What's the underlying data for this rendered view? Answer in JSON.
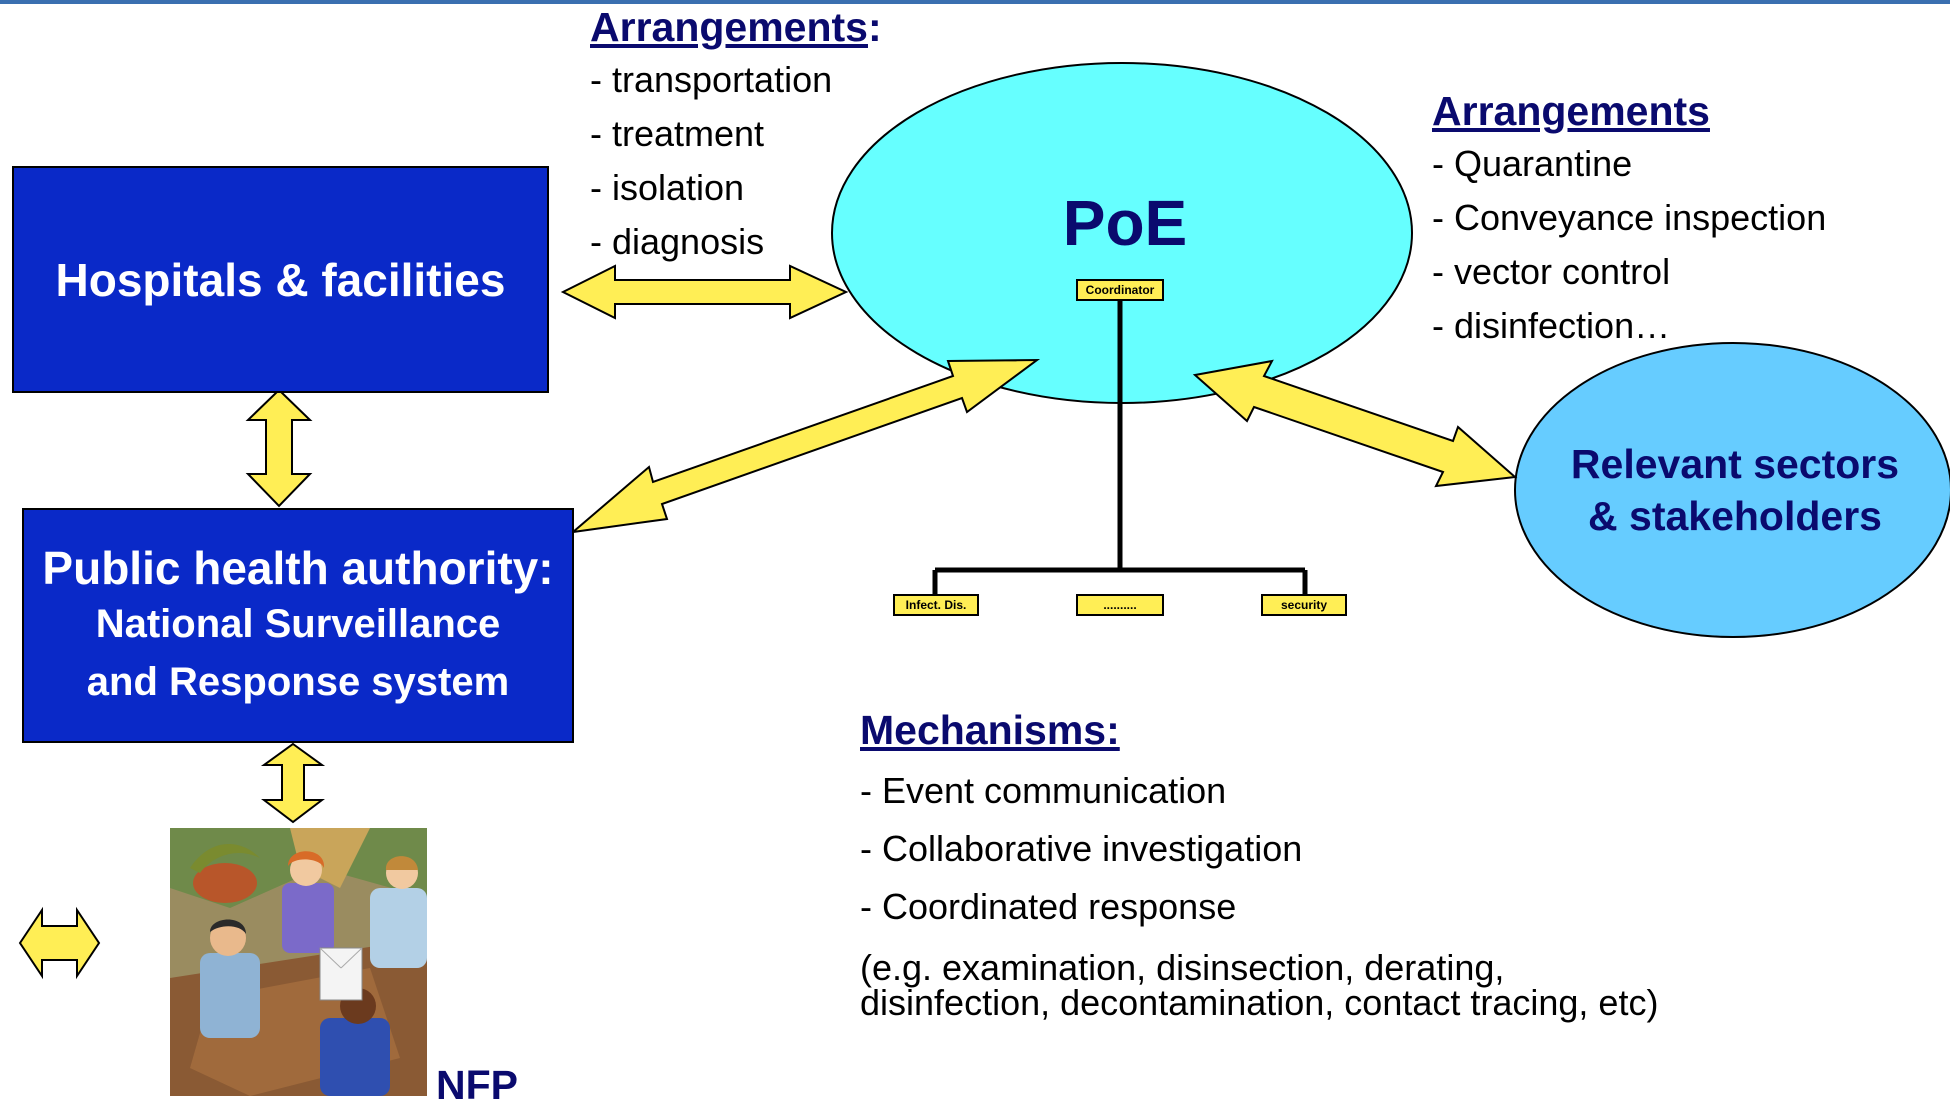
{
  "hospitals": {
    "label": "Hospitals & facilities"
  },
  "public_health": {
    "title": "Public health authority:",
    "line2": "National Surveillance",
    "line3": "and Response system"
  },
  "arrangements_top": {
    "heading": "Arrangements",
    "colon": ":",
    "items": [
      "- transportation",
      "- treatment",
      "- isolation",
      "- diagnosis"
    ]
  },
  "arrangements_right": {
    "heading": "Arrangements ",
    "items": [
      "- Quarantine",
      "- Conveyance inspection",
      "- vector control",
      "- disinfection…"
    ]
  },
  "poe": {
    "title": "PoE",
    "coordinator": "Coordinator",
    "units": [
      "Infect. Dis.",
      "..........",
      "security"
    ]
  },
  "relevant": {
    "line1": "Relevant sectors",
    "line2": "& stakeholders"
  },
  "mechanisms": {
    "heading": "Mechanisms:",
    "items": [
      "- Event communication",
      "- Collaborative investigation",
      "- Coordinated response"
    ],
    "note_line1": "(e.g. examination, disinsection, derating,",
    "note_line2": "disinfection, decontamination, contact tracing, etc)"
  },
  "nfp": {
    "label": "NFP"
  },
  "colors": {
    "box_blue": "#0a29c8",
    "heading_navy": "#0a0a6e",
    "poe_cyan": "#66ffff",
    "relevant_blue": "#66ccff",
    "arrow_yellow": "#ffee55"
  }
}
